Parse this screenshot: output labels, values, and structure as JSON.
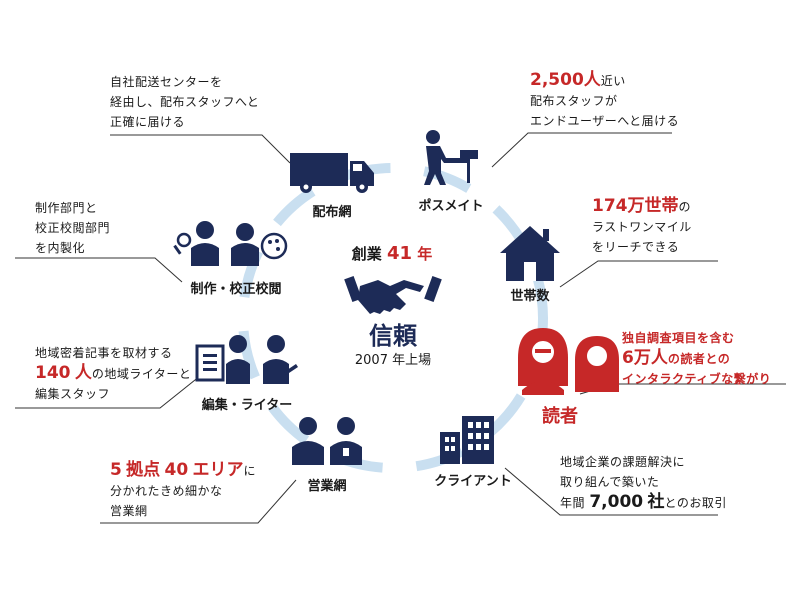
{
  "center": {
    "founded_prefix": "創業",
    "founded_years": "41",
    "founded_suffix": "年",
    "trust": "信頼",
    "listed": "2007 年上場"
  },
  "nodes": {
    "delivery_network": "配布網",
    "posting": "ポスメイト",
    "households": "世帯数",
    "readers": "読者",
    "client": "クライアント",
    "sales_network": "営業網",
    "editing": "編集・ライター",
    "proofreading": "制作・校正校閲"
  },
  "notes": {
    "delivery": [
      "自社配送センターを",
      "経由し、配布スタッフへと",
      "正確に届ける"
    ],
    "posting": {
      "num": "2,500",
      "unit": "人",
      "tail": "近い",
      "lines": [
        "配布スタッフが",
        "エンドユーザーへと届ける"
      ]
    },
    "households": {
      "num": "174",
      "unit": "万世帯",
      "tail": "の",
      "lines": [
        "ラストワンマイル",
        "をリーチできる"
      ]
    },
    "readers": {
      "line1": "独自調査項目を含む",
      "num": "6",
      "unit": "万人",
      "tail": "の読者との",
      "line3": "インタラクティブな繋がり"
    },
    "client": {
      "lines": [
        "地域企業の課題解決に",
        "取り組んで築いた"
      ],
      "prefix": "年間",
      "num": "7,000",
      "unit": "社",
      "tail": "とのお取引"
    },
    "sales": {
      "num1": "5",
      "unit1": "拠点",
      "num2": "40",
      "unit2": "エリア",
      "tail": "に",
      "lines": [
        "分かれたきめ細かな",
        "営業網"
      ]
    },
    "editing": {
      "line1": "地域密着記事を取材する",
      "num": "140",
      "unit": "人",
      "tail": "の地域ライターと",
      "line3": "編集スタッフ"
    },
    "proofreading": [
      "制作部門と",
      "校正校閲部門",
      "を内製化"
    ]
  },
  "colors": {
    "navy": "#1d2b57",
    "red": "#c62828",
    "ring": "#c9dff0",
    "text": "#1a1a1a"
  },
  "icons": [
    "truck-icon",
    "post-box-icon",
    "house-icon",
    "readers-icon",
    "buildings-icon",
    "staff-icon",
    "writers-icon",
    "designers-icon",
    "handshake-icon"
  ]
}
